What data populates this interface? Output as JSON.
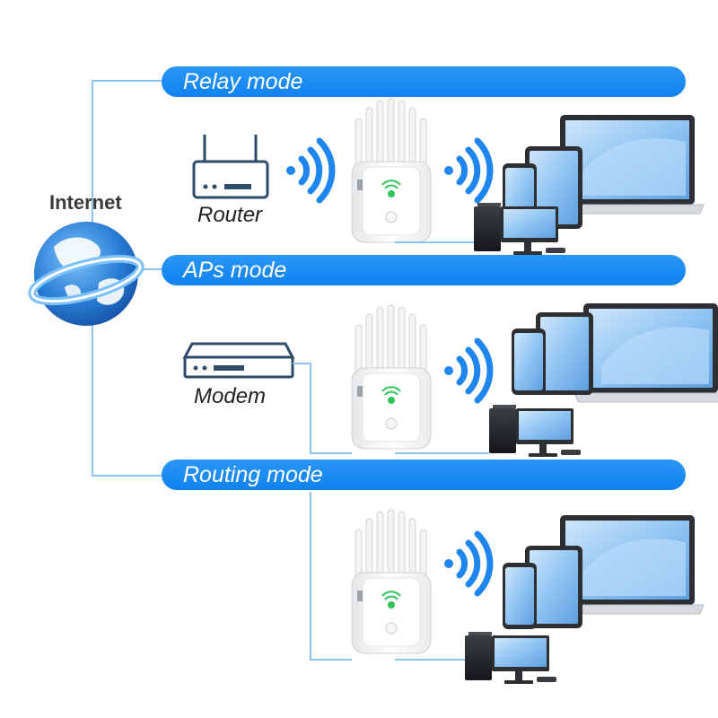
{
  "colors": {
    "banner": "#1a8cf2",
    "wifi": "#1e86ee",
    "line": "#8ec3ee",
    "device_outline": "#2f4b6b",
    "led": "#2fc35a"
  },
  "internet_label": "Internet",
  "modes": [
    {
      "label": "Relay mode",
      "source_label": "Router",
      "source_icon": "router-icon"
    },
    {
      "label": "APs mode",
      "source_label": "Modem",
      "source_icon": "modem-icon"
    },
    {
      "label": "Routing mode"
    }
  ],
  "icons": [
    "globe-icon",
    "router-icon",
    "modem-icon",
    "wifi-signal-icon",
    "extender-icon",
    "laptop-icon",
    "tablet-icon",
    "smartphone-icon",
    "desktop-pc-icon"
  ]
}
